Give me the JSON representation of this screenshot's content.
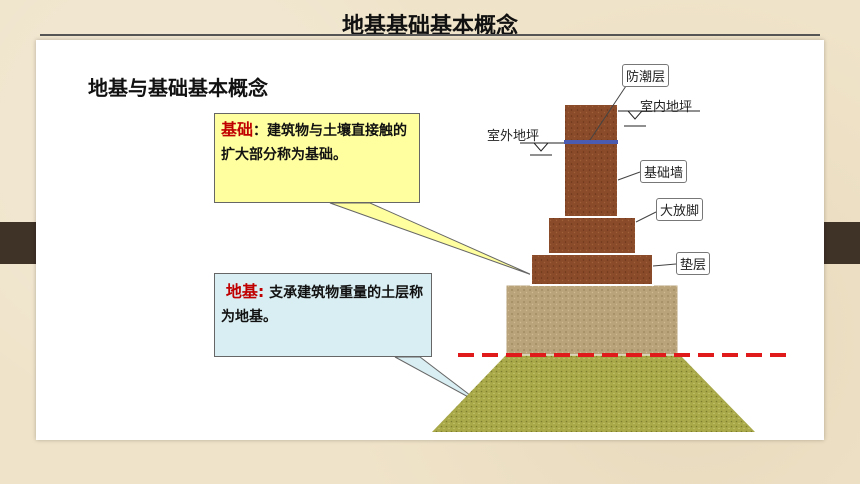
{
  "slide": {
    "title": "地基基础基本概念",
    "heading": "地基与基础基本概念"
  },
  "callouts": {
    "foundation": {
      "term": "基础",
      "definition": "：建筑物与土壤直接触的扩大部分称为基础。"
    },
    "subgrade": {
      "term": "地基:",
      "definition": "支承建筑物重量的土层称为地基。"
    }
  },
  "diagram": {
    "labels": {
      "damp_proof": "防潮层",
      "indoor_floor": "室内地坪",
      "outdoor_floor": "室外地坪",
      "foundation_wall": "基础墙",
      "footing": "大放脚",
      "cushion": "垫层"
    }
  },
  "colors": {
    "brick": "#8a4b2a",
    "cushion": "#b9a37a",
    "soil": "#a9a94a",
    "damp_line": "#4a5bb0",
    "ground_line": "#e0191b",
    "callout_yellow": "#ffffa0",
    "callout_blue": "#d9eef2",
    "side_tab": "#3f3226"
  }
}
